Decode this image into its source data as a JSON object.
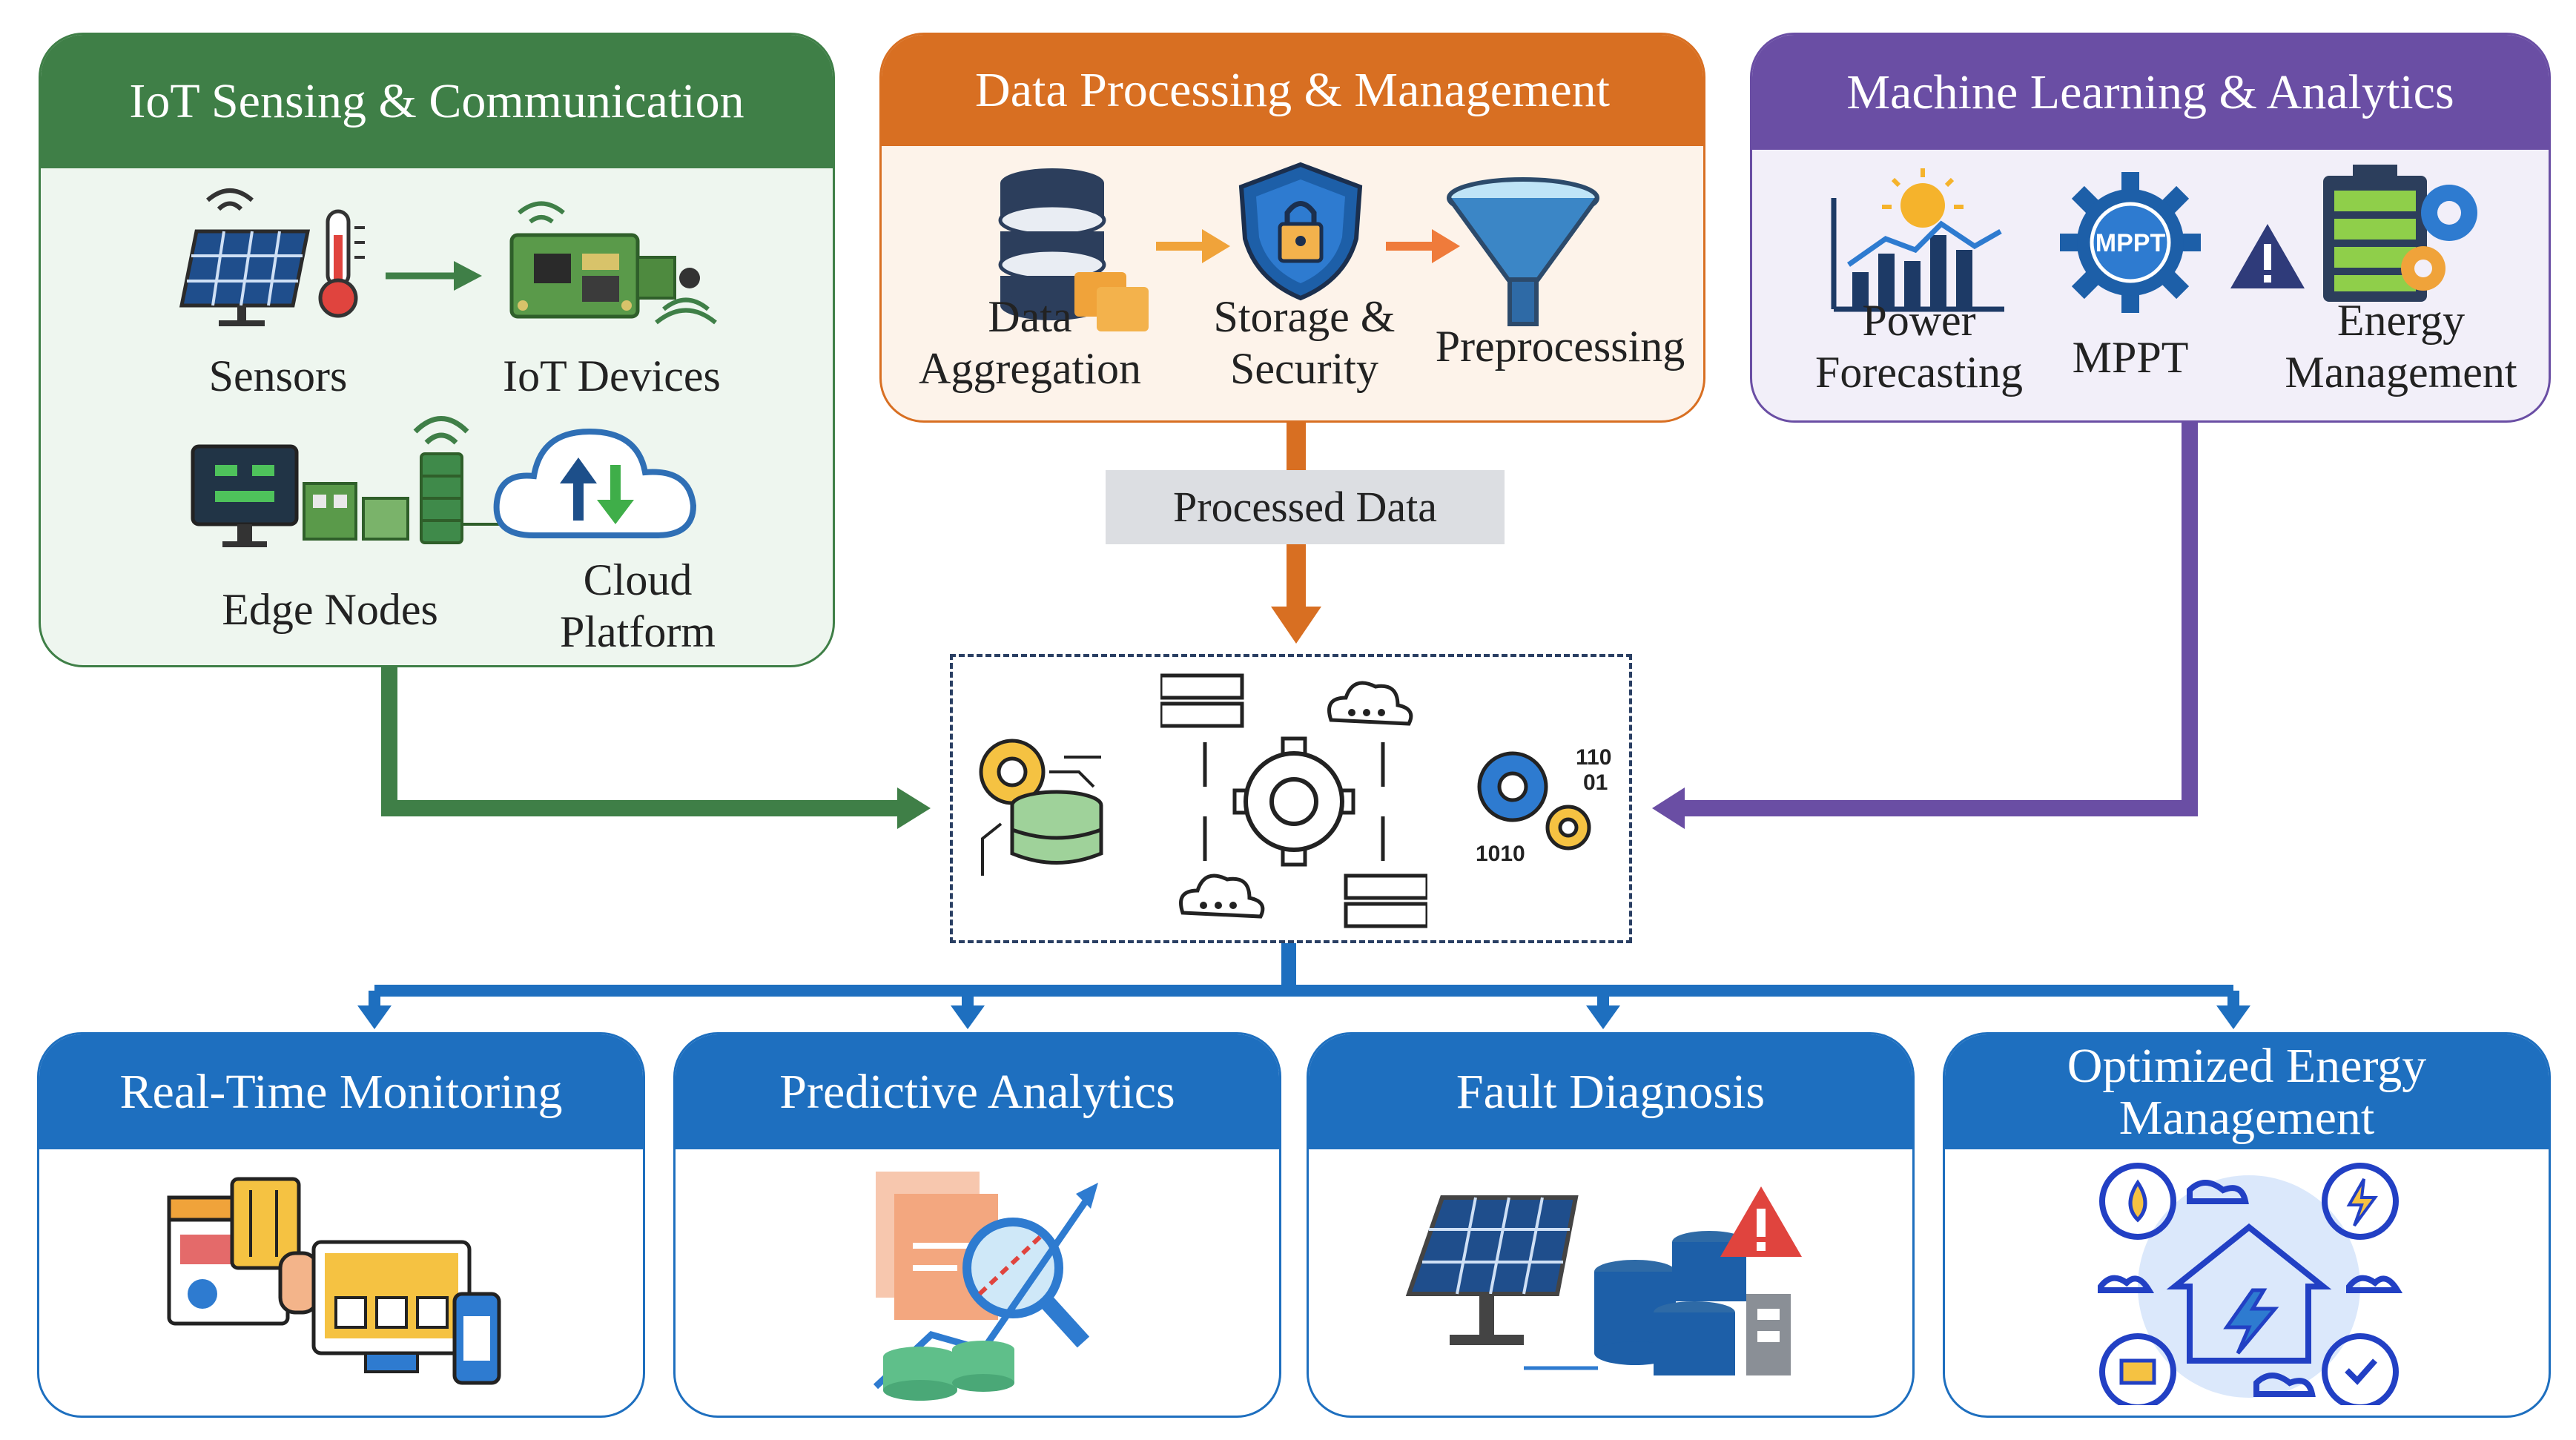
{
  "top_panels": {
    "iot": {
      "title": "IoT Sensing & Communication",
      "items": {
        "sensors": "Sensors",
        "iot_devices": "IoT Devices",
        "edge_nodes": "Edge Nodes",
        "cloud": "Cloud\nPlatform"
      }
    },
    "data_processing": {
      "title": "Data Processing & Management",
      "items": {
        "aggregation": "Data\nAggregation",
        "storage": "Storage &\nSecurity",
        "preprocessing": "Preprocessing"
      }
    },
    "ml": {
      "title": "Machine Learning & Analytics",
      "items": {
        "forecasting": "Power\nForecasting",
        "mppt": "MPPT",
        "energy": "Energy\nManagement",
        "mppt_badge": "MPPT"
      }
    }
  },
  "connector_label": "Processed Data",
  "hub": {
    "binary_top": "110\n01",
    "binary_bottom": "1010"
  },
  "bottom_panels": [
    {
      "title": "Real-Time Monitoring"
    },
    {
      "title": "Predictive Analytics"
    },
    {
      "title": "Fault Diagnosis"
    },
    {
      "title": "Optimized Energy\nManagement"
    }
  ],
  "colors": {
    "iot": "#3f7f47",
    "data_processing": "#d86f22",
    "ml": "#6a4ea4",
    "outputs": "#1e6fbf",
    "hub_border": "#2a3f63"
  }
}
